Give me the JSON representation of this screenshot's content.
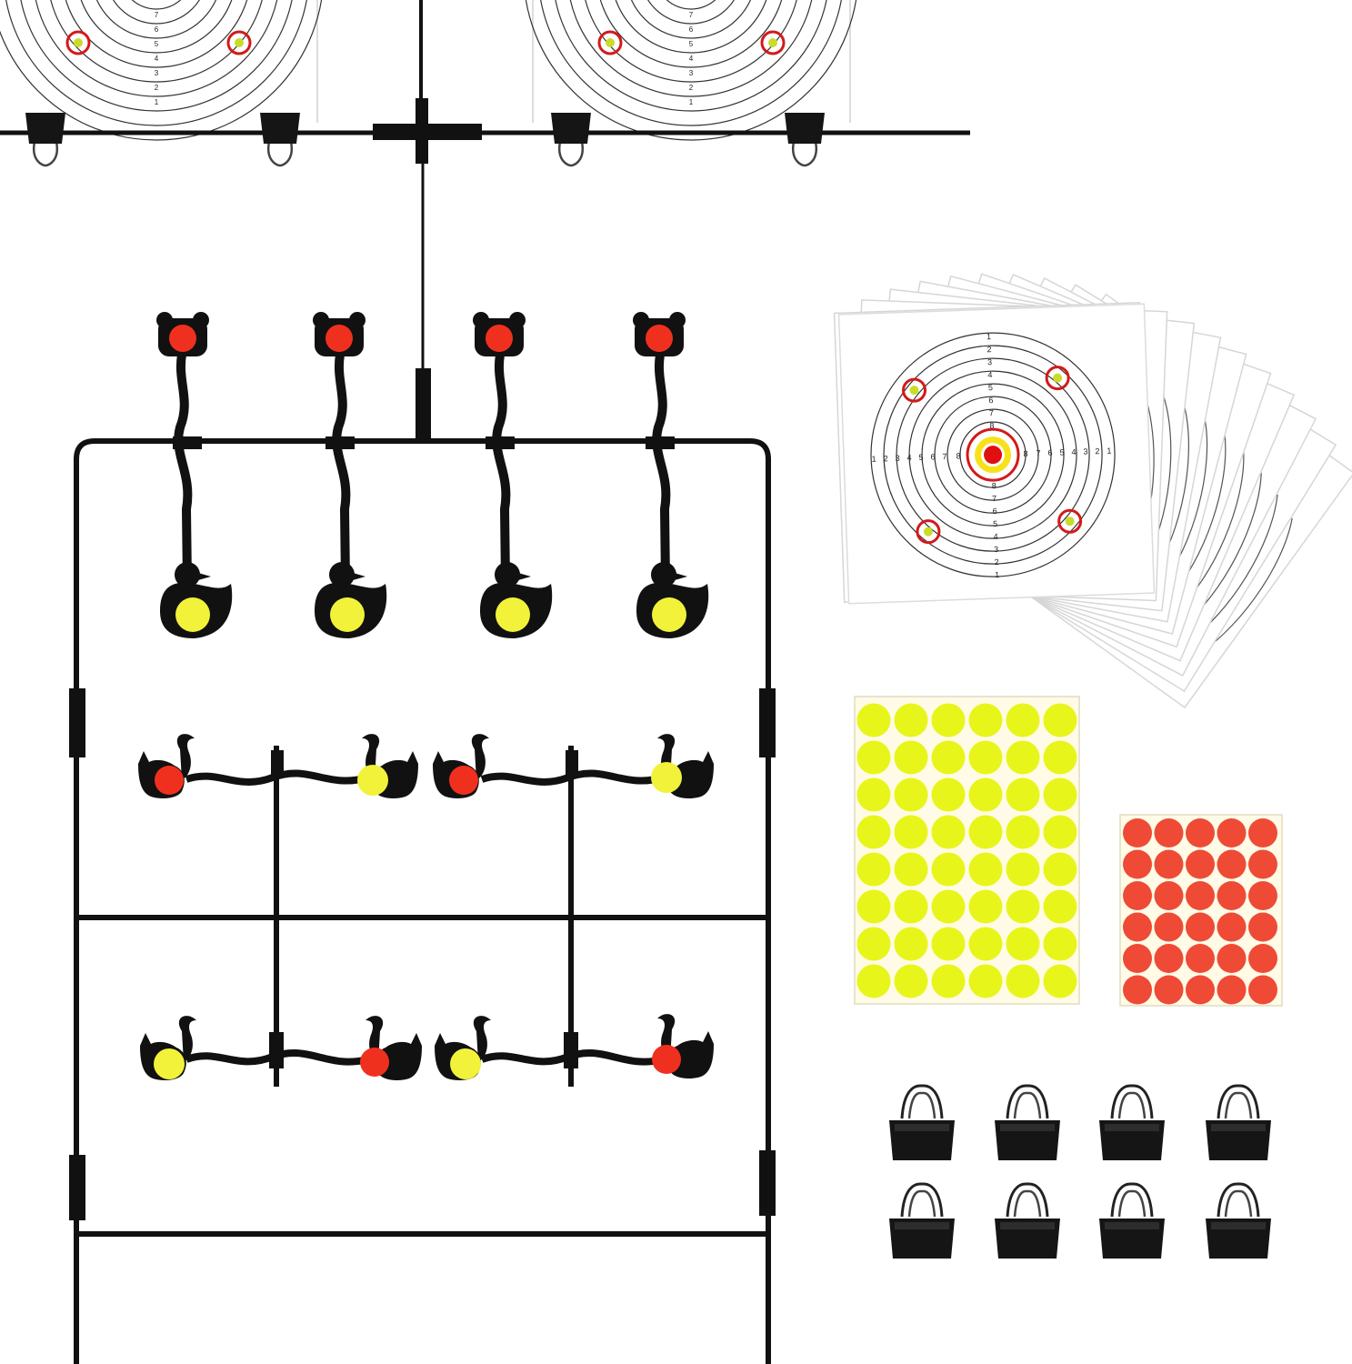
{
  "colors": {
    "background": "#ffffff",
    "steel": "#111111",
    "red_dot": "#f0301e",
    "yellow_dot": "#f2f23a",
    "sticker_yellow": "#e8f51a",
    "sticker_red": "#ef4a36",
    "sticker_backing": "#fffbe6",
    "ring_line": "#333333",
    "accent_red_ring": "#d21a1a",
    "target_yellow": "#f7e21a"
  },
  "target_numbers": {
    "vertical_top": [
      "1",
      "2",
      "3",
      "4",
      "5",
      "6",
      "7",
      "8"
    ],
    "vertical_bottom": [
      "8",
      "7",
      "6",
      "5",
      "4",
      "3",
      "2",
      "1"
    ],
    "horizontal_left": [
      "1",
      "2",
      "3",
      "4",
      "5",
      "6",
      "7",
      "8"
    ],
    "horizontal_right": [
      "8",
      "7",
      "6",
      "5",
      "4",
      "3",
      "2",
      "1"
    ],
    "hanging_column": [
      "7",
      "6",
      "5",
      "4",
      "3",
      "2",
      "1"
    ]
  },
  "icons": {
    "bear": "bear-head-icon",
    "duck": "duck-icon",
    "squirrel": "squirrel-icon",
    "clip": "binder-clip-icon"
  },
  "sticker_sheets": {
    "yellow": {
      "cols": 6,
      "rows": 8
    },
    "red": {
      "cols": 5,
      "rows": 6
    }
  },
  "binder_clips": {
    "count": 8
  },
  "spare_targets": {
    "count": 10
  }
}
